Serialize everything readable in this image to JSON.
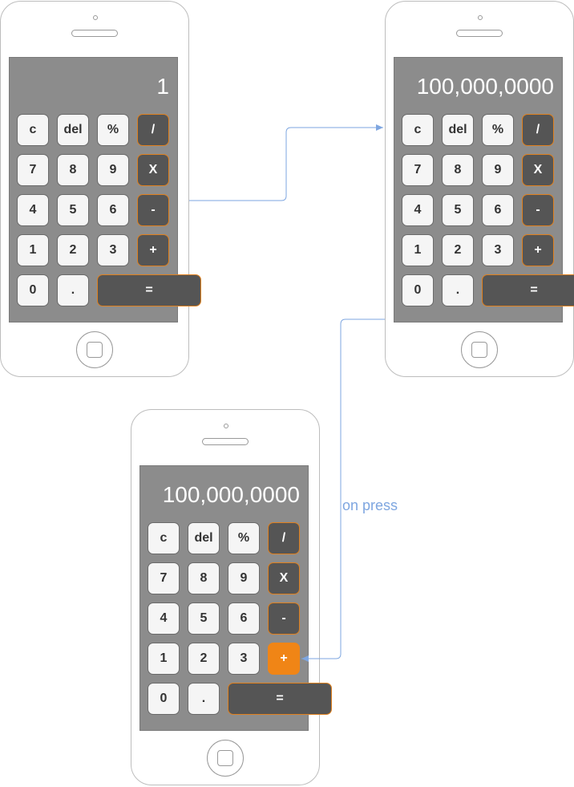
{
  "phones": [
    {
      "display": "1"
    },
    {
      "display": "100,000,0000"
    },
    {
      "display": "100,000,0000"
    }
  ],
  "keypad": {
    "rows": [
      [
        {
          "label": "c",
          "kind": "num"
        },
        {
          "label": "del",
          "kind": "num"
        },
        {
          "label": "%",
          "kind": "num"
        },
        {
          "label": "/",
          "kind": "op"
        }
      ],
      [
        {
          "label": "7",
          "kind": "num"
        },
        {
          "label": "8",
          "kind": "num"
        },
        {
          "label": "9",
          "kind": "num"
        },
        {
          "label": "X",
          "kind": "op"
        }
      ],
      [
        {
          "label": "4",
          "kind": "num"
        },
        {
          "label": "5",
          "kind": "num"
        },
        {
          "label": "6",
          "kind": "num"
        },
        {
          "label": "-",
          "kind": "op"
        }
      ],
      [
        {
          "label": "1",
          "kind": "num"
        },
        {
          "label": "2",
          "kind": "num"
        },
        {
          "label": "3",
          "kind": "num"
        },
        {
          "label": "+",
          "kind": "op"
        }
      ],
      [
        {
          "label": "0",
          "kind": "num"
        },
        {
          "label": ".",
          "kind": "num"
        },
        {
          "label": "=",
          "kind": "op",
          "wide": true
        }
      ]
    ],
    "highlighted_key": "+"
  },
  "edge_label": "on press",
  "colors": {
    "screen": "#8c8c8c",
    "operator_key": "#555555",
    "operator_border": "#e0801d",
    "active_key": "#f08516",
    "connector": "#7ea6e0"
  }
}
